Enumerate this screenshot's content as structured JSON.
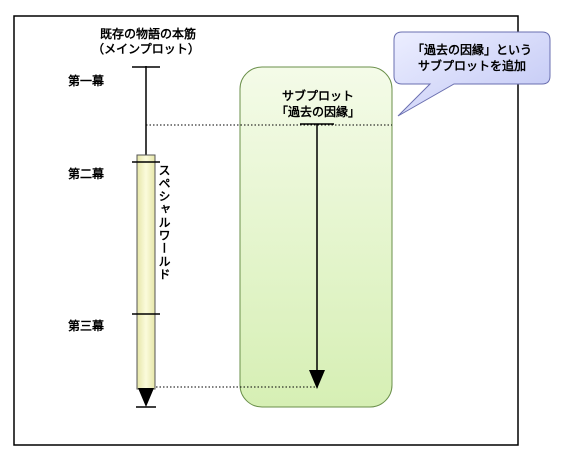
{
  "diagram": {
    "main_title_line1": "既存の物語の本筋",
    "main_title_line2": "（メインプロット）",
    "acts": [
      "第一幕",
      "第二幕",
      "第三幕"
    ],
    "special_world_label": "スペシャルワールド",
    "subplot_title_line1": "サブプロット",
    "subplot_title_line2": "「過去の因縁」",
    "callout_line1": "「過去の因縁」という",
    "callout_line2": "サブプロットを追加",
    "colors": {
      "special_world_fill": "#f4f4c4",
      "subplot_box_fill": "#ecf8d8",
      "callout_fill": "#d4d8f8"
    }
  }
}
